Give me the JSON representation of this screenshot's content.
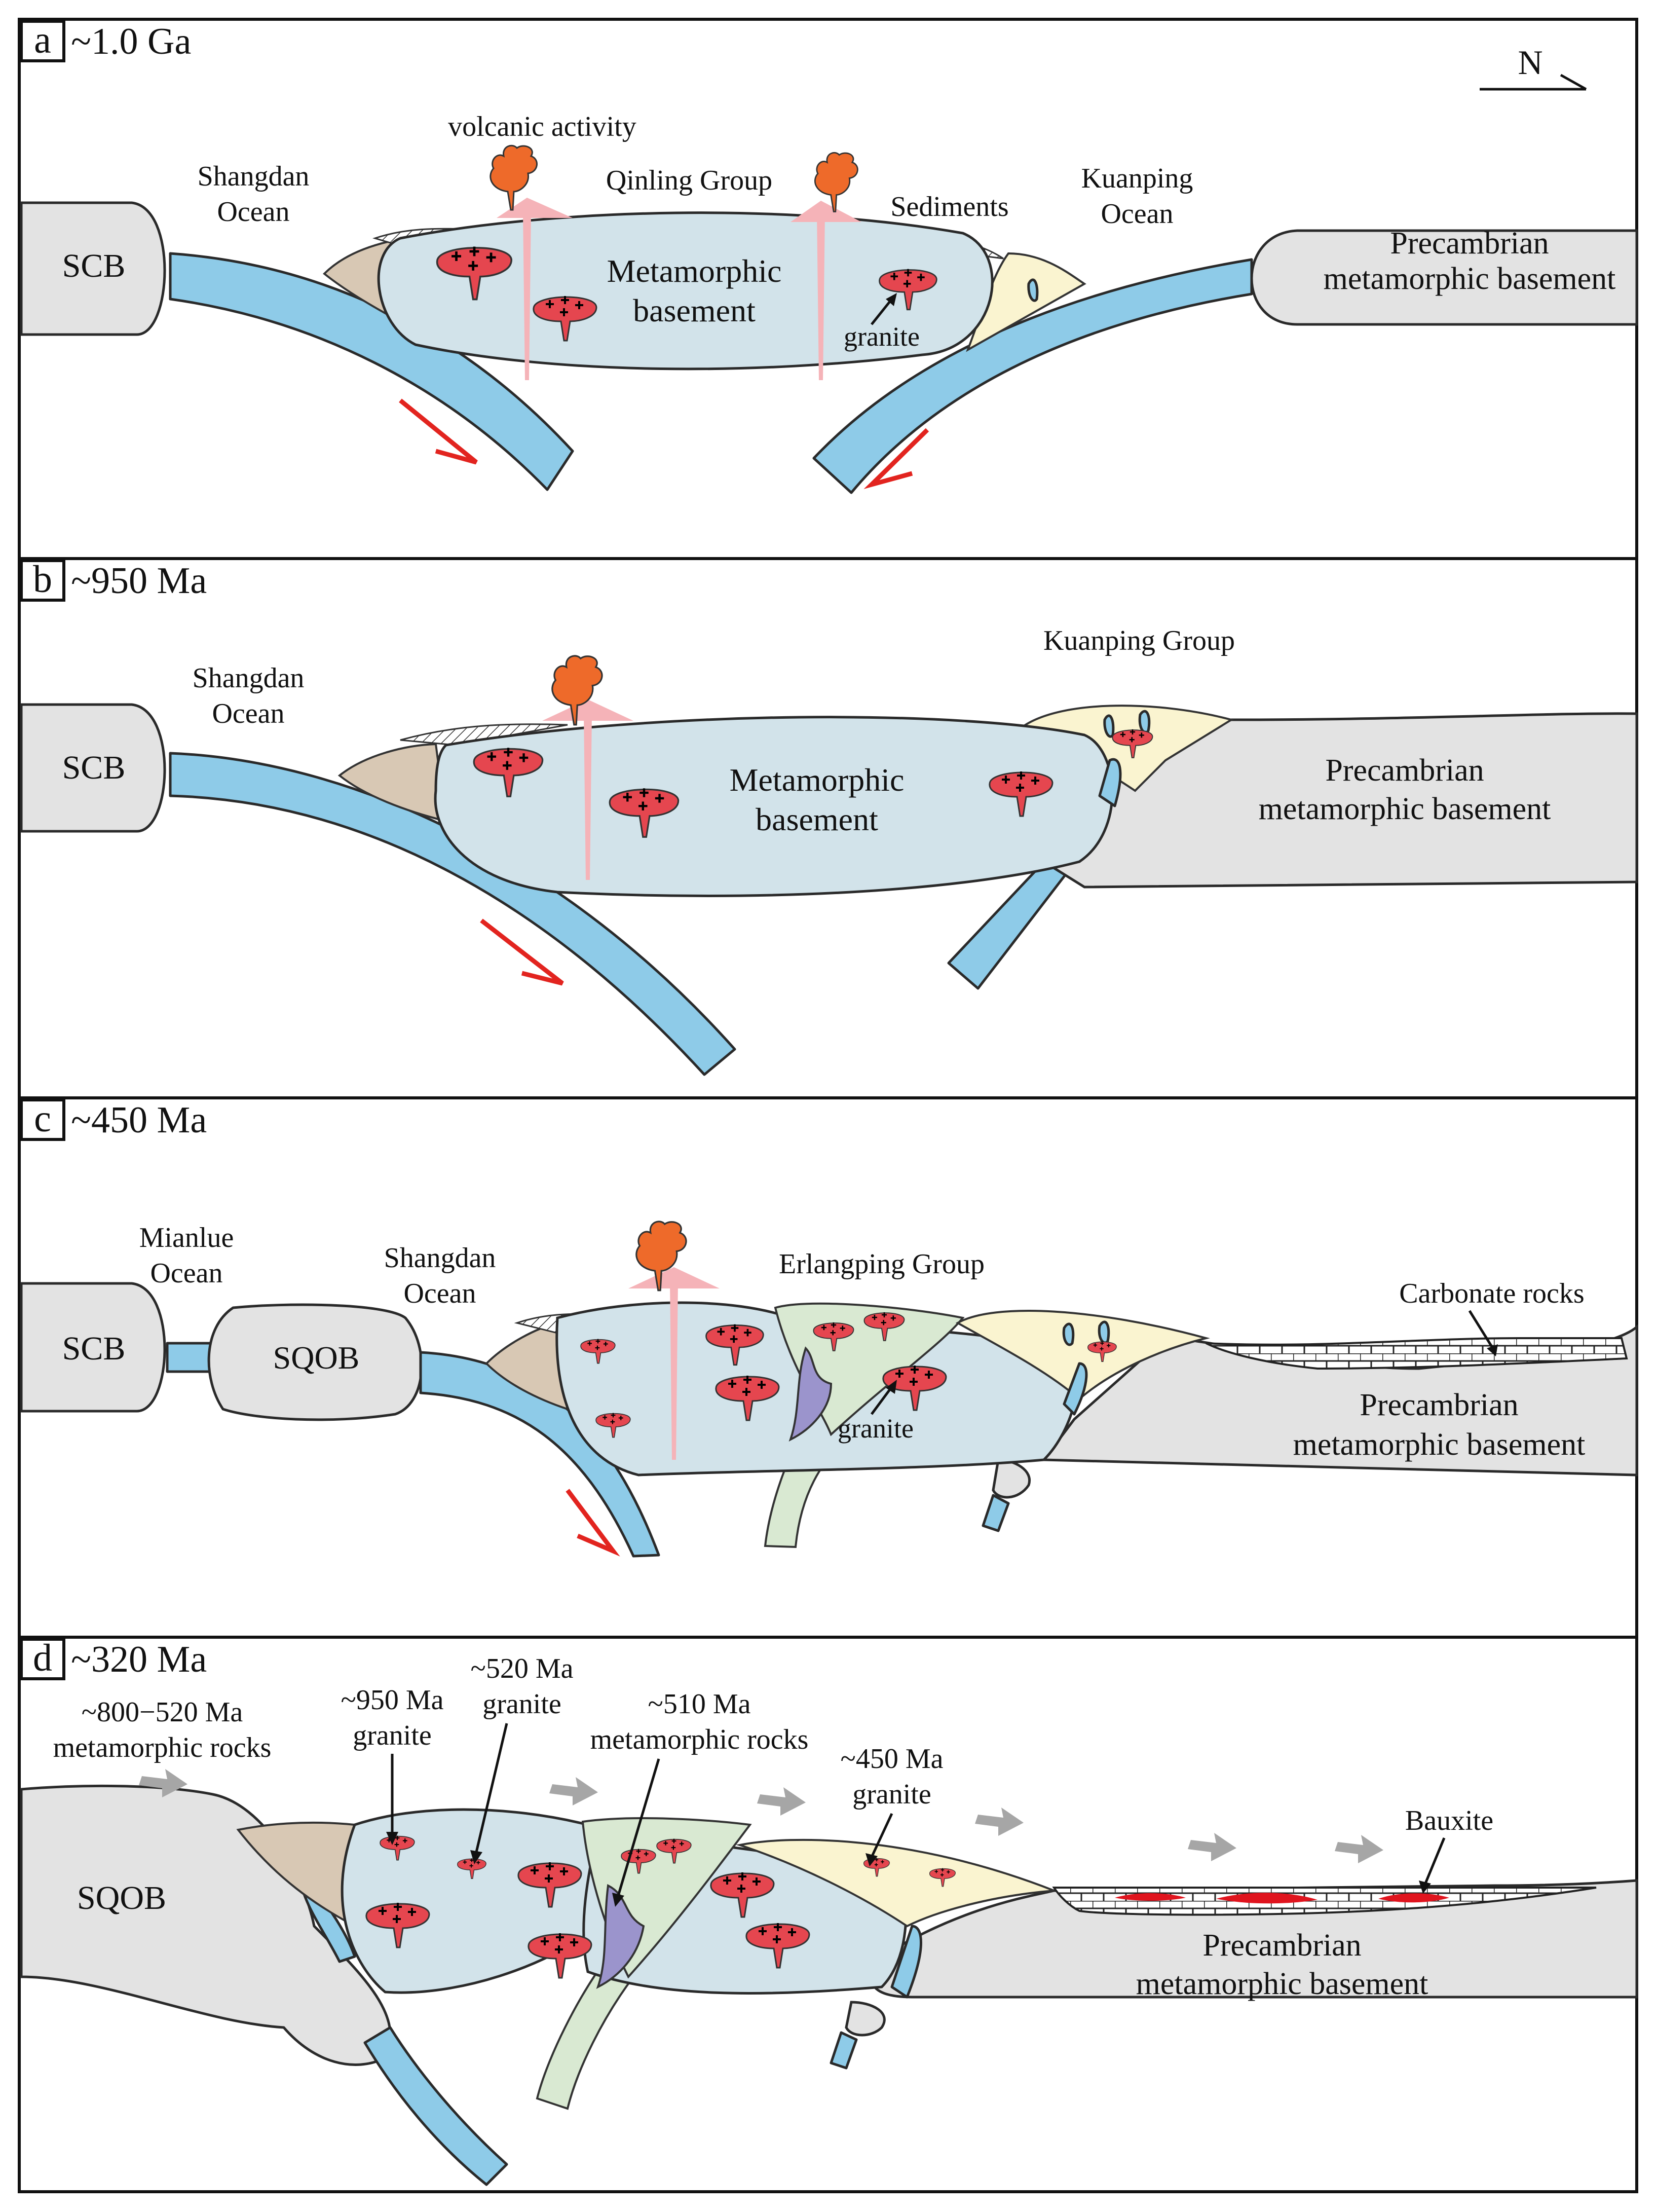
{
  "panels": [
    {
      "letter": "a",
      "title": "~1.0 Ga",
      "north": "N",
      "labels": {
        "scb": "SCB",
        "shangdan_1": "Shangdan",
        "shangdan_2": "Ocean",
        "volcanic": "volcanic activity",
        "qinling": "Qinling Group",
        "sediments": "Sediments",
        "kuanping_1": "Kuanping",
        "kuanping_2": "Ocean",
        "meta_1": "Metamorphic",
        "meta_2": "basement",
        "granite": "granite",
        "pc_1": "Precambrian",
        "pc_2": "metamorphic basement"
      }
    },
    {
      "letter": "b",
      "title": "~950 Ma",
      "labels": {
        "scb": "SCB",
        "shangdan_1": "Shangdan",
        "shangdan_2": "Ocean",
        "kuanping_group": "Kuanping Group",
        "meta_1": "Metamorphic",
        "meta_2": "basement",
        "pc_1": "Precambrian",
        "pc_2": "metamorphic basement"
      }
    },
    {
      "letter": "c",
      "title": "~450 Ma",
      "labels": {
        "mianlue_1": "Mianlue",
        "mianlue_2": "Ocean",
        "scb": "SCB",
        "sqob": "SQOB",
        "shangdan_1": "Shangdan",
        "shangdan_2": "Ocean",
        "erlangping": "Erlangping Group",
        "carbonate": "Carbonate rocks",
        "granite": "granite",
        "pc_1": "Precambrian",
        "pc_2": "metamorphic basement"
      }
    },
    {
      "letter": "d",
      "title": "~320 Ma",
      "labels": {
        "m800_1": "~800−520 Ma",
        "m800_2": "metamorphic rocks",
        "g950_1": "~950 Ma",
        "g950_2": "granite",
        "g520_1": "~520 Ma",
        "g520_2": "granite",
        "m510_1": "~510 Ma",
        "m510_2": "metamorphic rocks",
        "g450_1": "~450 Ma",
        "g450_2": "granite",
        "bauxite": "Bauxite",
        "sqob": "SQOB",
        "pc_1": "Precambrian",
        "pc_2": "metamorphic basement"
      }
    }
  ],
  "colors": {
    "slab": "#8ecbe8",
    "basement": "#d2e3ea",
    "continent": "#e3e3e3",
    "granite": "#e5464f",
    "volcano": "#ee6a2a",
    "motion_arrow": "#e2241f",
    "sediment_tan": "#d8c8b4",
    "sediment_cream": "#faf4d0",
    "sediment_green": "#d9e9d2",
    "intrusion_purple": "#9b94cc",
    "bauxite": "#e0141e"
  }
}
